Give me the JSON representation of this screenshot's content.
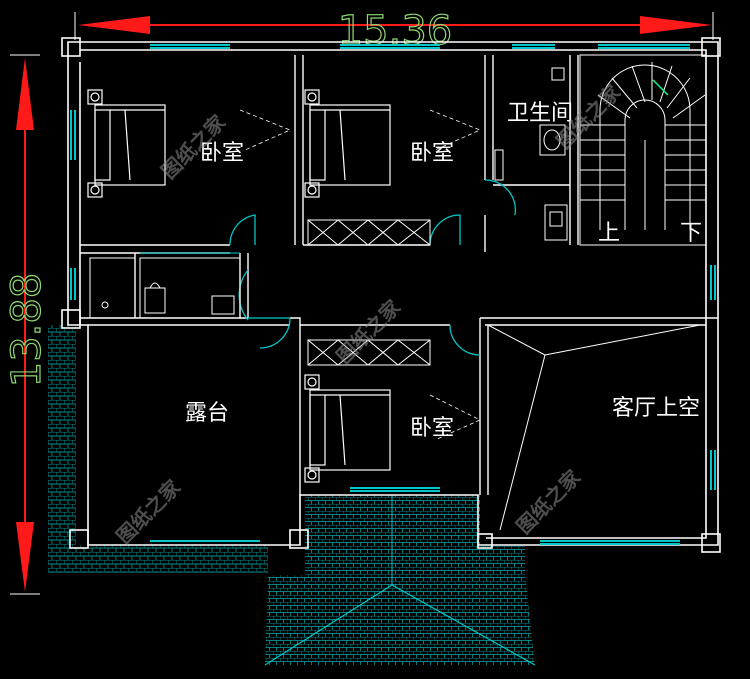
{
  "dimensions": {
    "width": "15.36",
    "height": "13.88"
  },
  "rooms": {
    "bedroom_top_left": "卧室",
    "bedroom_top_mid": "卧室",
    "bathroom": "卫生间",
    "terrace": "露台",
    "bedroom_bottom": "卧室",
    "living_void": "客厅上空"
  },
  "stairs": {
    "up": "上",
    "down": "下"
  },
  "watermark": "图纸之家",
  "colors": {
    "wall": "#ffffff",
    "window": "#00c8c8",
    "hatch": "#00b4b4",
    "dimension": "#ff1a1a",
    "dimension_text": "#8fd86f"
  }
}
